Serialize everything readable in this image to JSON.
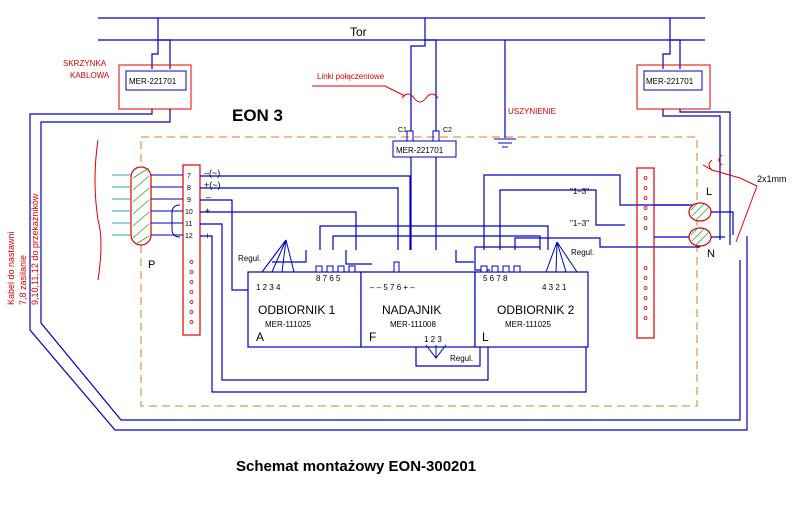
{
  "labels": {
    "tor": "Tor",
    "box_label_1": "SKRZYNKA",
    "box_label_2": "KABLOWA",
    "links": "Linki połączeniowe",
    "grounding": "USZYNIENIE",
    "system": "EON 3",
    "cable_size": "2x1mm",
    "cable_1": "Kabel do nastawni",
    "cable_2": "7,8 zasilanie",
    "cable_3": "9,10,11,12 do przekaźników",
    "p": "P",
    "l": "L",
    "n": "N",
    "c1": "C1",
    "c2": "C2",
    "caption": "Schemat montażowy EON-300201"
  },
  "boxes": {
    "mer_left": "MER-221701",
    "mer_mid": "MER-221701",
    "mer_right": "MER-221701"
  },
  "units": {
    "odb1_title": "ODBIORNIK 1",
    "odb1_code": "MER-111025",
    "odb1_letter": "A",
    "odb1_pins": "1 2 3 4",
    "odb1_pins_right": "8 7 6 5",
    "nad_title": "NADAJNIK",
    "nad_code": "MER-111008",
    "nad_letter": "F",
    "nad_pins": "–     – 5 7 6 + –",
    "nad_reg_pins": "1 2 3",
    "odb2_title": "ODBIORNIK 2",
    "odb2_code": "MER-111025",
    "odb2_letter": "L",
    "odb2_pins_left": "5 6 7 8",
    "odb2_pins": "4 3 2 1",
    "regul": "Regul."
  },
  "terminal_left": {
    "numbers": [
      "7",
      "8",
      "9",
      "10",
      "11",
      "12"
    ],
    "signs": [
      "–(~)",
      "+(~)",
      "–",
      "+",
      "–",
      "+"
    ]
  },
  "terminal_right": {
    "marks": [
      "\"1–3\"",
      "\"1–3\""
    ]
  }
}
